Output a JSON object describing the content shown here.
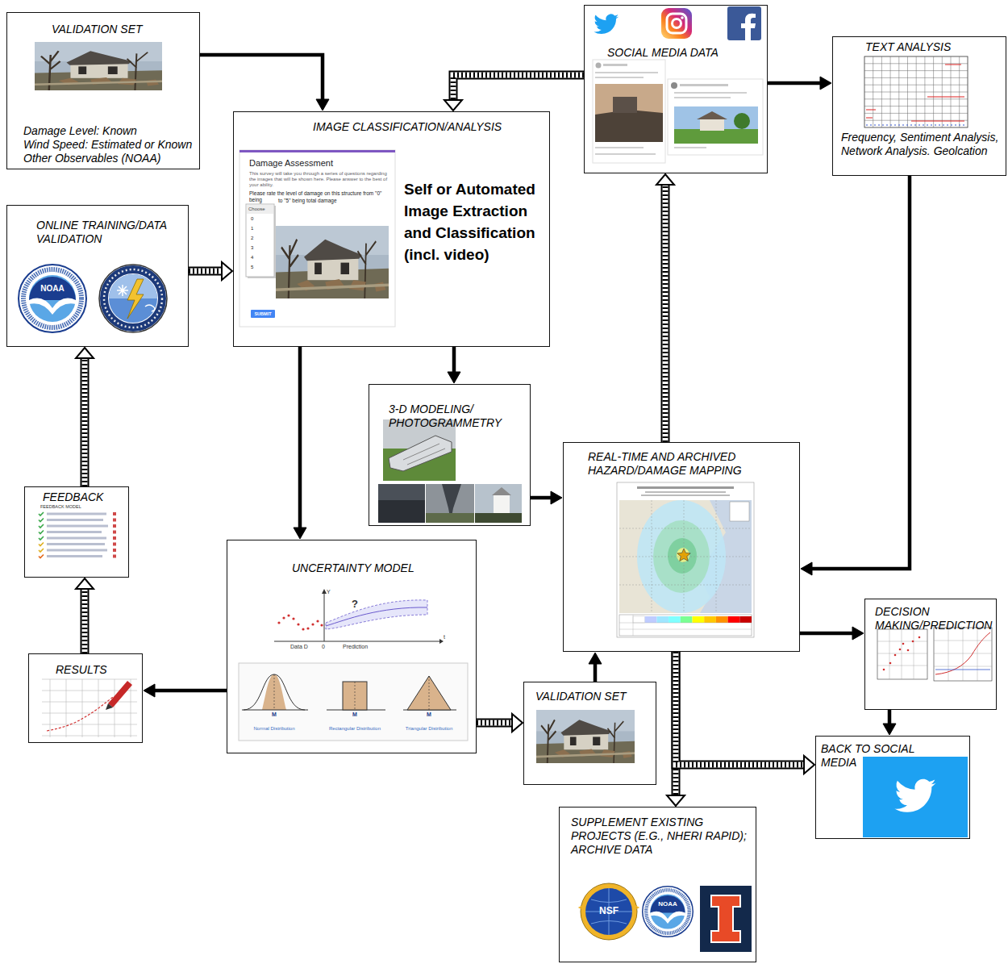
{
  "diagram": {
    "nodes": [
      {
        "text": [
          "VALIDATION SET",
          "Damage Level: Known",
          "Wind Speed: Estimated or Known",
          "Other Observables (NOAA)"
        ]
      },
      {
        "text": [
          "IMAGE CLASSIFICATION/ANALYSIS",
          "Self or Automated Image Extraction and Classification (incl. video)"
        ]
      },
      {
        "text": [
          "SOCIAL MEDIA DATA"
        ]
      },
      {
        "text": [
          "TEXT ANALYSIS",
          "Frequency, Sentiment Analysis, Network Analysis. Geolcation"
        ]
      },
      {
        "text": [
          "ONLINE TRAINING/DATA VALIDATION"
        ]
      },
      {
        "text": [
          "3-D MODELING/ PHOTOGRAMMETRY"
        ]
      },
      {
        "text": [
          "REAL-TIME AND ARCHIVED HAZARD/DAMAGE MAPPING"
        ]
      },
      {
        "text": [
          "FEEDBACK"
        ]
      },
      {
        "text": [
          "UNCERTAINTY MODEL"
        ]
      },
      {
        "text": [
          "DECISION MAKING/PREDICTION"
        ]
      },
      {
        "text": [
          "RESULTS"
        ]
      },
      {
        "text": [
          "VALIDATION SET"
        ]
      },
      {
        "text": [
          "BACK TO SOCIAL MEDIA"
        ]
      },
      {
        "text": [
          "SUPPLEMENT EXISTING PROJECTS (E.G., NHERI RAPID); ARCHIVE DATA"
        ]
      }
    ],
    "edges": [
      {
        "from": 0,
        "to": 1,
        "arrow": "to"
      },
      {
        "from": 2,
        "to": 1,
        "arrow": "to"
      },
      {
        "from": 2,
        "to": 3,
        "arrow": "to"
      },
      {
        "from": 3,
        "to": 6,
        "arrow": "to"
      },
      {
        "from": 4,
        "to": 1,
        "arrow": "to"
      },
      {
        "from": 1,
        "to": 8,
        "arrow": "to"
      },
      {
        "from": 1,
        "to": 5,
        "arrow": "to"
      },
      {
        "from": 5,
        "to": 6,
        "arrow": "to"
      },
      {
        "from": 6,
        "to": 2,
        "arrow": "to"
      },
      {
        "from": 6,
        "to": 9,
        "arrow": "to"
      },
      {
        "from": 9,
        "to": 12,
        "arrow": "to"
      },
      {
        "from": 6,
        "to": 13,
        "arrow": "to"
      },
      {
        "from": 6,
        "to": 12,
        "arrow": "to"
      },
      {
        "from": 11,
        "to": 6,
        "arrow": "to"
      },
      {
        "from": 8,
        "to": 11,
        "arrow": "to"
      },
      {
        "from": 8,
        "to": 10,
        "arrow": "to"
      },
      {
        "from": 10,
        "to": 7,
        "arrow": "to"
      },
      {
        "from": 7,
        "to": 4,
        "arrow": "to"
      }
    ],
    "labels": [
      "Damage Assessment",
      "This survey will take you through a series of questions regarding the images that will be shown here. Please answer to the best of your ability.",
      "Please rate the level of damage on this structure from \"0\" being",
      "to \"5\" being total damage",
      "Choose",
      "0",
      "1",
      "2",
      "3",
      "4",
      "5",
      "SUBMIT",
      "NOAA",
      "FEEDBACK MODEL",
      "Y",
      "?",
      "Data D",
      "0",
      "Prediction",
      "t",
      "M",
      "M",
      "M",
      "Normal Distribution",
      "Rectangular Distribution",
      "Triangular Distribution",
      "NSF",
      "NOAA"
    ]
  }
}
